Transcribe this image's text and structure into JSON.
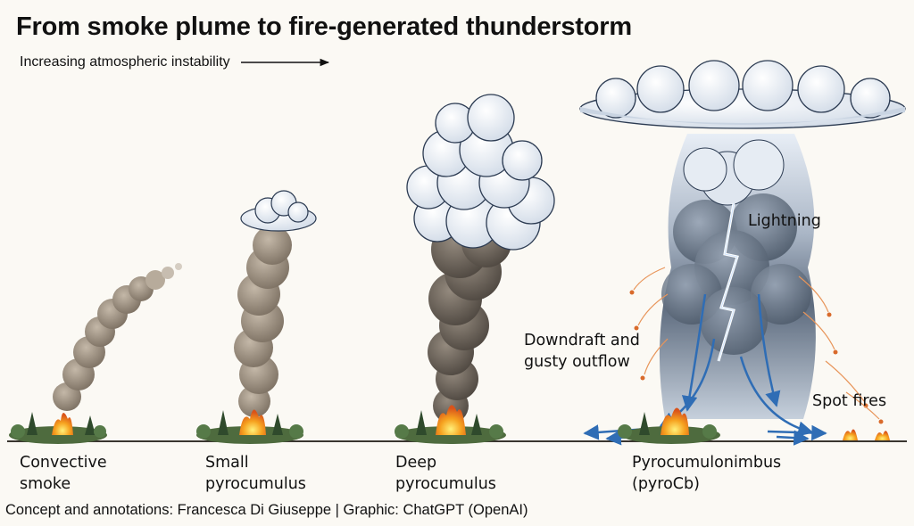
{
  "title": "From smoke plume to fire-generated thunderstorm",
  "subtitle": "Increasing atmospheric instability",
  "stages": [
    {
      "line1": "Convective",
      "line2": "smoke"
    },
    {
      "line1": "Small",
      "line2": "pyrocumulus"
    },
    {
      "line1": "Deep",
      "line2": "pyrocumulus"
    },
    {
      "line1": "Pyrocumulonimbus",
      "line2": "(pyroCb)"
    }
  ],
  "annotations": {
    "lightning": "Lightning",
    "downdraft_line1": "Downdraft and",
    "downdraft_line2": "gusty outflow",
    "spot_fires": "Spot fires"
  },
  "credit": "Concept and annotations: Francesca Di Giuseppe | Graphic: ChatGPT (OpenAI)",
  "colors": {
    "smoke": "#8c8070",
    "dark_smoke": "#5d564e",
    "cloud": "#f4f7fb",
    "storm": "#6c7a8c",
    "fire": "#f08a1e",
    "arrow": "#2f6db5",
    "tree": "#3c5a36"
  }
}
